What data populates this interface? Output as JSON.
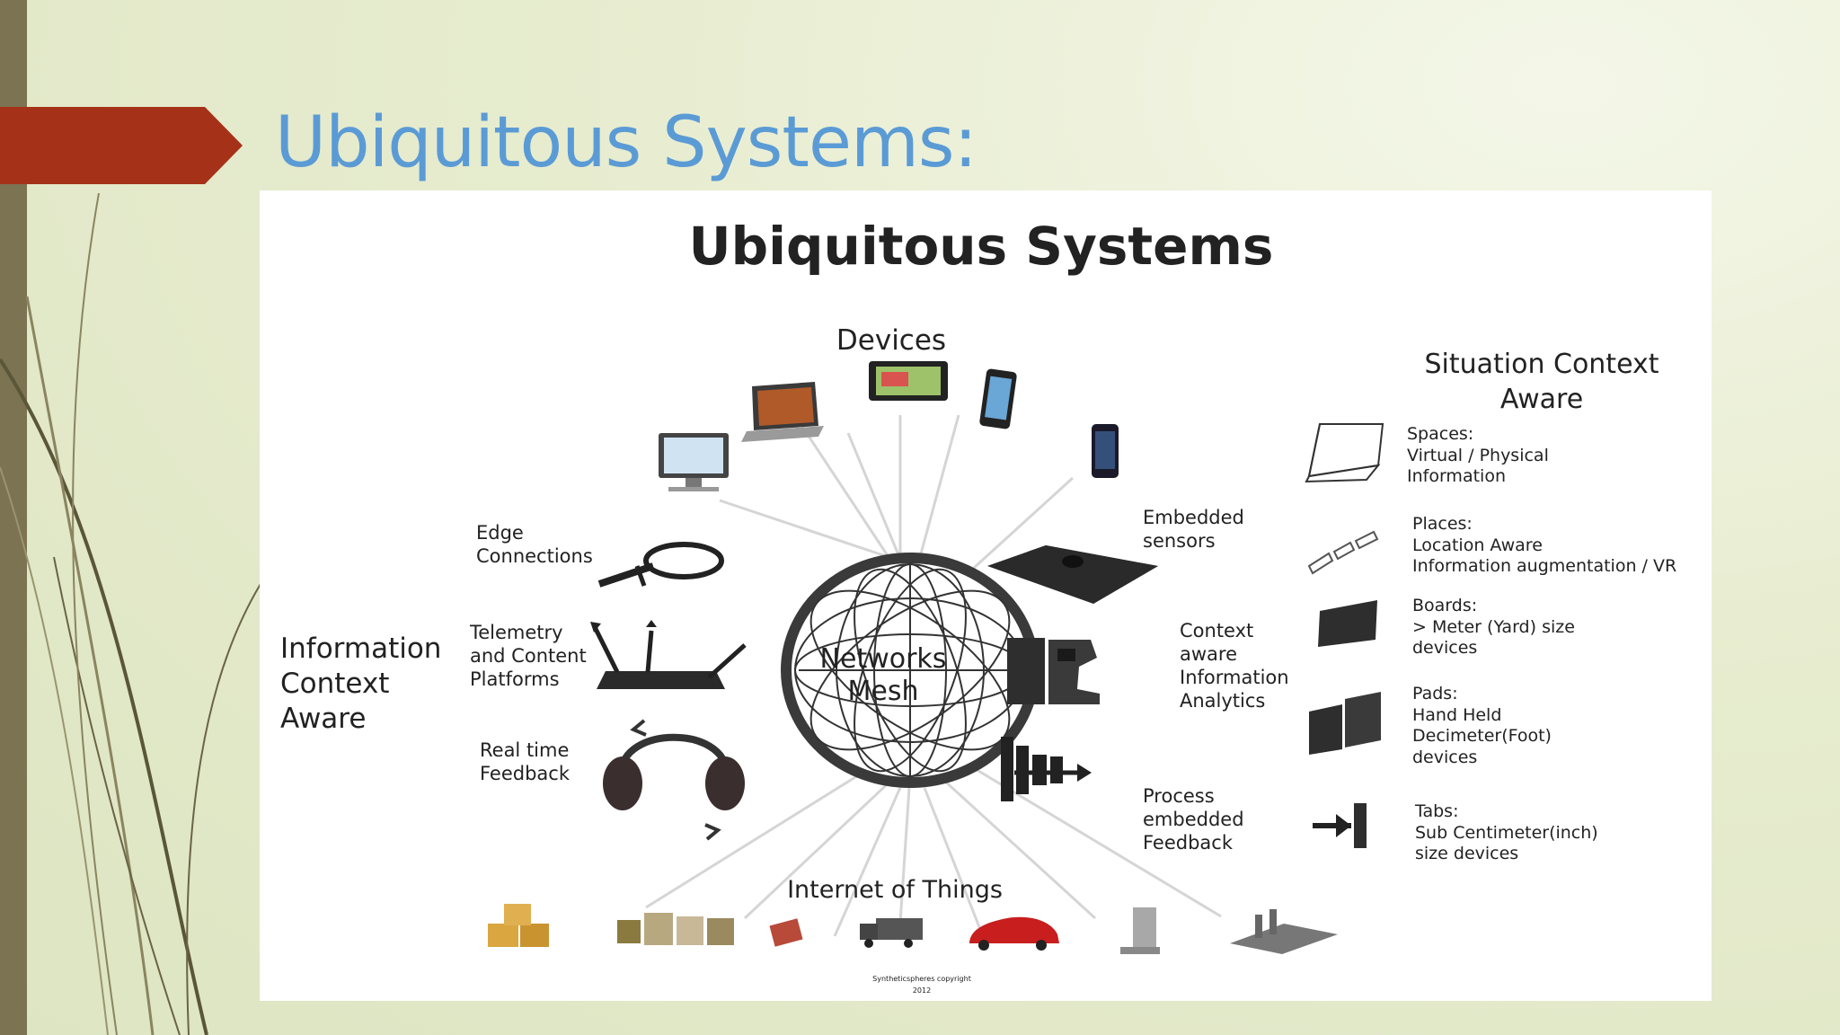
{
  "slide": {
    "title": "Ubiquitous Systems:"
  },
  "diagram": {
    "heading": "Ubiquitous Systems",
    "center": [
      "Networks",
      "Mesh"
    ],
    "devices_label": "Devices",
    "iot_label": "Internet  of Things",
    "copyright": [
      "Syntheticspheres copyright",
      "2012"
    ],
    "info_context": [
      "Information",
      "Context",
      "Aware"
    ],
    "left_items": [
      {
        "lines": [
          "Edge",
          "Connections"
        ],
        "icon": "loop-icon"
      },
      {
        "lines": [
          "Telemetry",
          "and Content",
          "Platforms"
        ],
        "icon": "router-icon"
      },
      {
        "lines": [
          "Real time",
          "Feedback"
        ],
        "icon": "headphones-icon"
      }
    ],
    "middle_items": [
      {
        "lines": [
          "Embedded",
          "sensors"
        ],
        "icon": "sensor-plate-icon"
      },
      {
        "lines": [
          "Context",
          "aware",
          "Information",
          "Analytics"
        ],
        "icon": "puzzle-blocks-icon"
      },
      {
        "lines": [
          "Process",
          "embedded",
          "Feedback"
        ],
        "icon": "process-arrow-icon"
      }
    ],
    "situation_heading": [
      "Situation Context",
      "Aware"
    ],
    "situation_items": [
      {
        "lines": [
          "Spaces:",
          "Virtual / Physical",
          "Information"
        ],
        "icon": "space-frame-icon"
      },
      {
        "lines": [
          "Places:",
          "Location Aware",
          "Information augmentation  / VR"
        ],
        "icon": "places-icon"
      },
      {
        "lines": [
          "Boards:",
          "> Meter (Yard) size",
          "devices"
        ],
        "icon": "board-icon"
      },
      {
        "lines": [
          "Pads:",
          "Hand Held",
          "Decimeter(Foot)",
          "devices"
        ],
        "icon": "pads-icon"
      },
      {
        "lines": [
          "Tabs:",
          "Sub Centimeter(inch)",
          "size devices"
        ],
        "icon": "tabs-icon"
      }
    ],
    "device_icons": [
      "monitor-icon",
      "laptop-icon",
      "tablet-icon",
      "smartphone-icon",
      "phone-icon"
    ],
    "iot_icons": [
      "boxes-icon",
      "pallets-icon",
      "chip-icon",
      "truck-icon",
      "car-icon",
      "building-icon",
      "factory-icon"
    ]
  },
  "colors": {
    "title": "#5b9bd5",
    "arrow": "#a53218",
    "bar": "#7b7352",
    "panel": "#ffffff"
  }
}
